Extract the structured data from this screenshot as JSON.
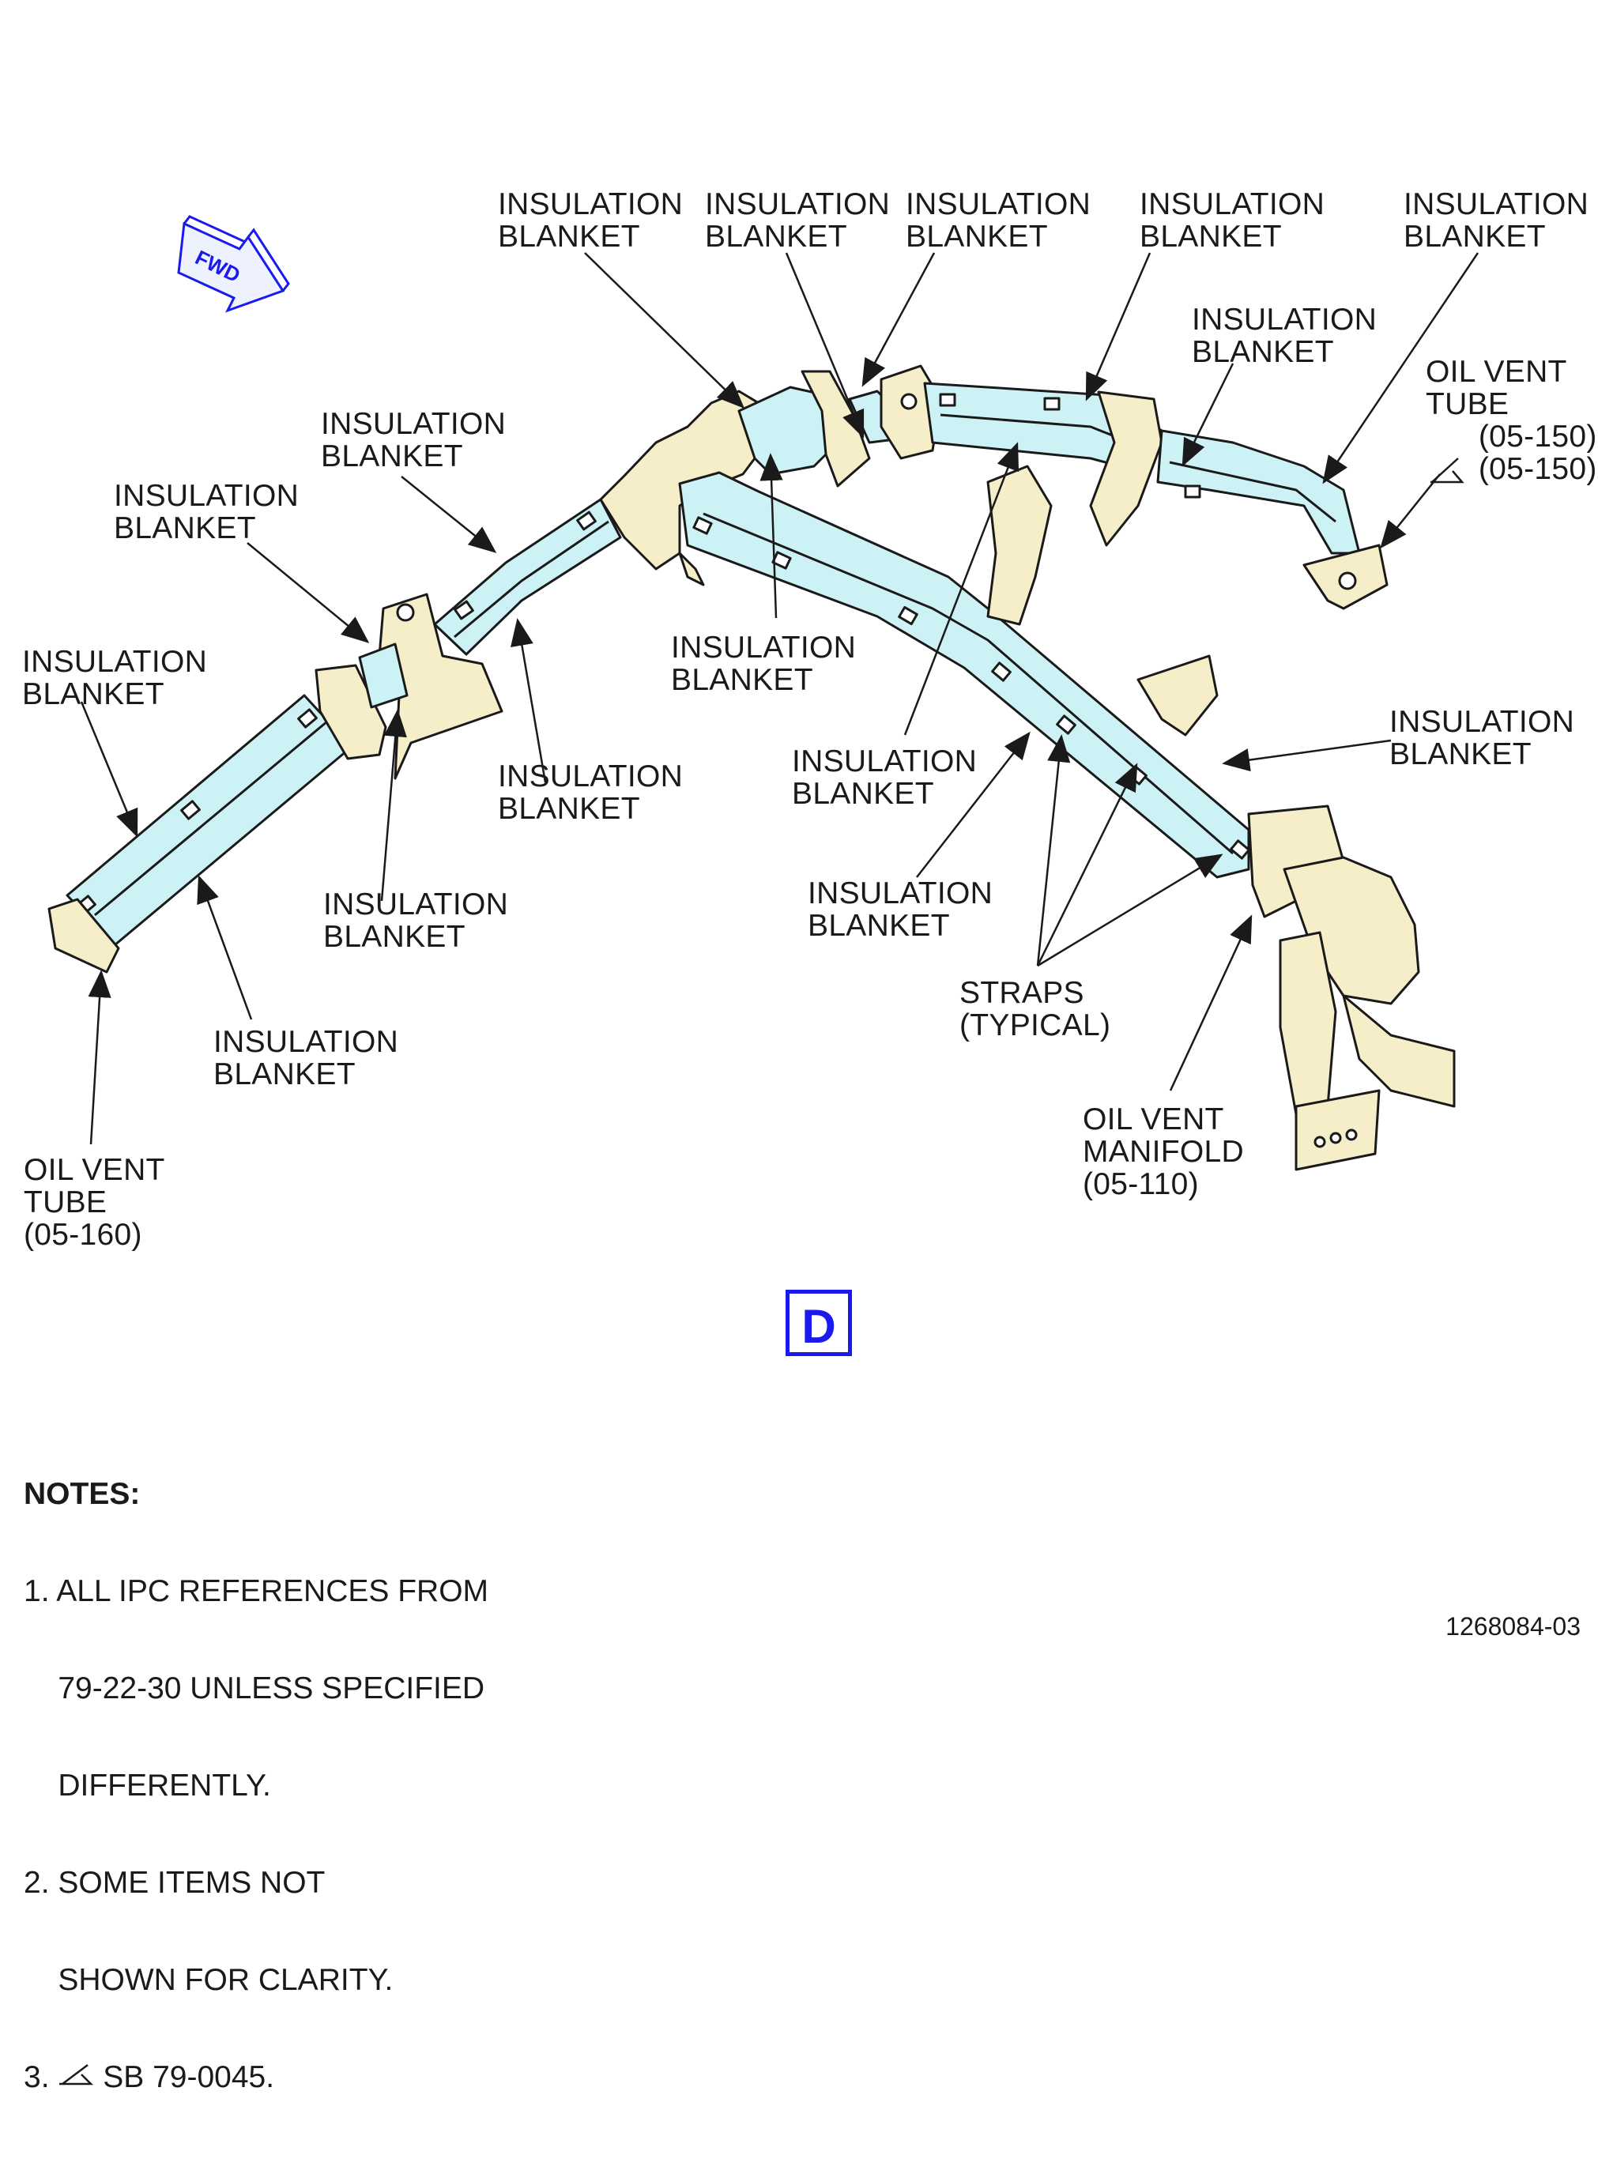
{
  "fwd_label": "FWD",
  "colors": {
    "blanket": "#cdf2f6",
    "bracket": "#f6eec9",
    "outline": "#1a1a1a",
    "accent": "#1a1aee"
  },
  "labels": {
    "ib_top1": "INSULATION\nBLANKET",
    "ib_top2": "INSULATION\nBLANKET",
    "ib_top3": "INSULATION\nBLANKET",
    "ib_top4": "INSULATION\nBLANKET",
    "ib_top5": "INSULATION\nBLANKET",
    "ib_mid_right": "INSULATION\nBLANKET",
    "oil_vent_tube_right": "OIL VENT\nTUBE\n      (05-150)\n      (05-150)",
    "ib_left_upper": "INSULATION\nBLANKET",
    "ib_left_mid": "INSULATION\nBLANKET",
    "ib_left": "INSULATION\nBLANKET",
    "ib_center_low": "INSULATION\nBLANKET",
    "ib_right": "INSULATION\nBLANKET",
    "ib_mid_lower": "INSULATION\nBLANKET",
    "ib_center": "INSULATION\nBLANKET",
    "ib_lower_left_center": "INSULATION\nBLANKET",
    "ib_lower_center": "INSULATION\nBLANKET",
    "ib_bottom_left": "INSULATION\nBLANKET",
    "straps": "STRAPS\n(TYPICAL)",
    "oil_vent_manifold": "OIL VENT\nMANIFOLD\n(05-110)",
    "oil_vent_tube_left": "OIL VENT\nTUBE\n(05-160)"
  },
  "view_letter": "D",
  "notes": {
    "title": "NOTES:",
    "n1a": "1. ALL IPC REFERENCES FROM",
    "n1b": "    79-22-30 UNLESS SPECIFIED",
    "n1c": "    DIFFERENTLY.",
    "n2a": "2. SOME ITEMS NOT",
    "n2b": "    SHOWN FOR CLARITY.",
    "n3_prefix": "3. ",
    "n3_text": " SB 79-0045."
  },
  "drawing_number": "1268084-03"
}
